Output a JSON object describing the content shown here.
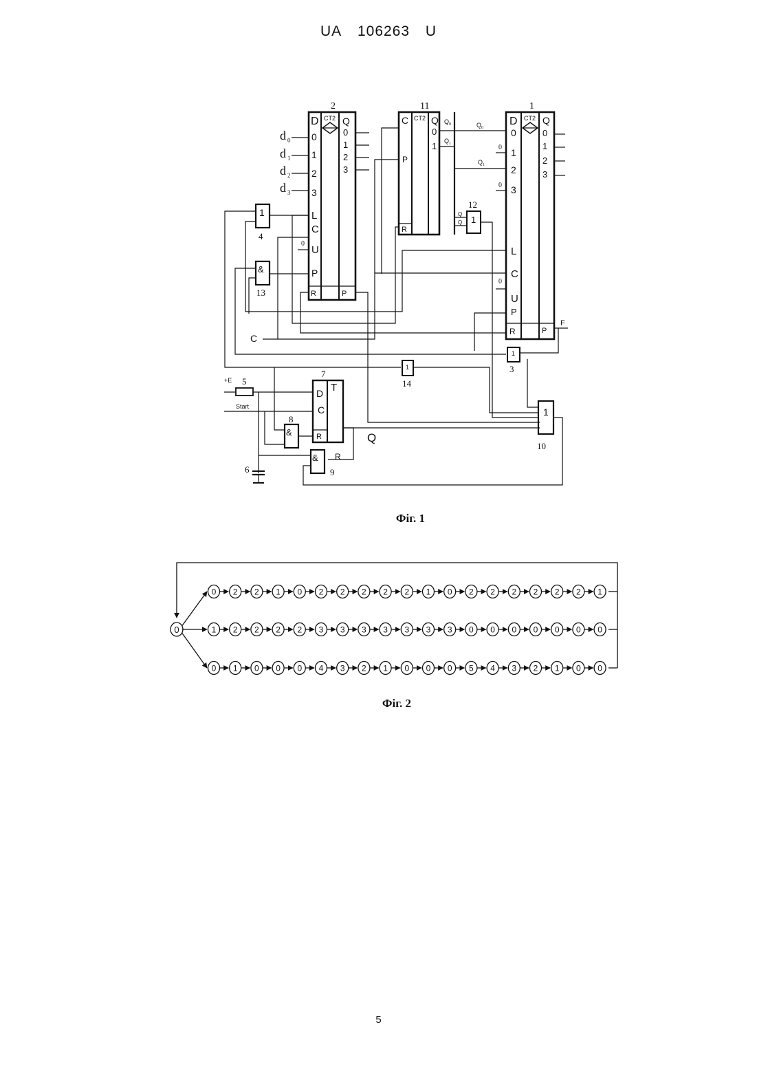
{
  "header": {
    "office": "UA",
    "number": "106263",
    "kind": "U"
  },
  "figure1": {
    "caption": "Фіг. 1",
    "blocks": {
      "counter_left": {
        "num": "2",
        "title": "CT2",
        "pins_left": [
          "D",
          "0",
          "1",
          "2",
          "3",
          "L",
          "C",
          "U",
          "P",
          "R"
        ],
        "pins_right": [
          "Q",
          "0",
          "1",
          "2",
          "3"
        ],
        "carry": "P"
      },
      "counter_mid": {
        "num": "11",
        "title": "CT2",
        "pins_left": [
          "C",
          "P",
          "R"
        ],
        "pins_right": [
          "Q",
          "0",
          "1"
        ]
      },
      "counter_right": {
        "num": "1",
        "title": "CT2",
        "pins_left": [
          "D",
          "0",
          "1",
          "2",
          "3",
          "L",
          "C",
          "U",
          "P",
          "R"
        ],
        "pins_right": [
          "Q",
          "0",
          "1",
          "2",
          "3"
        ],
        "carry": "P"
      },
      "trigger": {
        "num": "7",
        "title": "T",
        "pins": [
          "D",
          "C",
          "R"
        ]
      }
    },
    "inputs": {
      "d0": "d",
      "d1": "d",
      "d2": "d",
      "d3": "d",
      "sub0": "0",
      "sub1": "1",
      "sub2": "2",
      "sub3": "3"
    },
    "gates": {
      "g4": {
        "num": "4",
        "sym": "1"
      },
      "g13": {
        "num": "13",
        "sym": "&"
      },
      "g12": {
        "num": "12",
        "sym": "1"
      },
      "g3": {
        "num": "3",
        "sym": "1"
      },
      "g14": {
        "num": "14",
        "sym": "1"
      },
      "g10": {
        "num": "10",
        "sym": "1"
      },
      "g8": {
        "num": "8",
        "sym": "&"
      },
      "g9": {
        "num": "9",
        "sym": "&"
      }
    },
    "labels": {
      "clock": "C",
      "power": "+E",
      "resistor": "5",
      "capacitor": "6",
      "start": "Start",
      "q_out": "Q",
      "r_label": "R",
      "f_out": "F",
      "q0": "Q",
      "q1": "Q",
      "q0_sub": "0",
      "q1_sub": "1",
      "zero": "0"
    }
  },
  "figure2": {
    "caption": "Фіг. 2",
    "start_state": "0",
    "rows": [
      [
        "0",
        "2",
        "2",
        "1",
        "0",
        "2",
        "2",
        "2",
        "2",
        "2",
        "1",
        "0",
        "2",
        "2",
        "2",
        "2",
        "2",
        "2",
        "1"
      ],
      [
        "1",
        "2",
        "2",
        "2",
        "2",
        "3",
        "3",
        "3",
        "3",
        "3",
        "3",
        "3",
        "0",
        "0",
        "0",
        "0",
        "0",
        "0",
        "0"
      ],
      [
        "0",
        "1",
        "0",
        "0",
        "0",
        "4",
        "3",
        "2",
        "1",
        "0",
        "0",
        "0",
        "5",
        "4",
        "3",
        "2",
        "1",
        "0",
        "0"
      ]
    ]
  },
  "footer": {
    "page_number": "5"
  }
}
